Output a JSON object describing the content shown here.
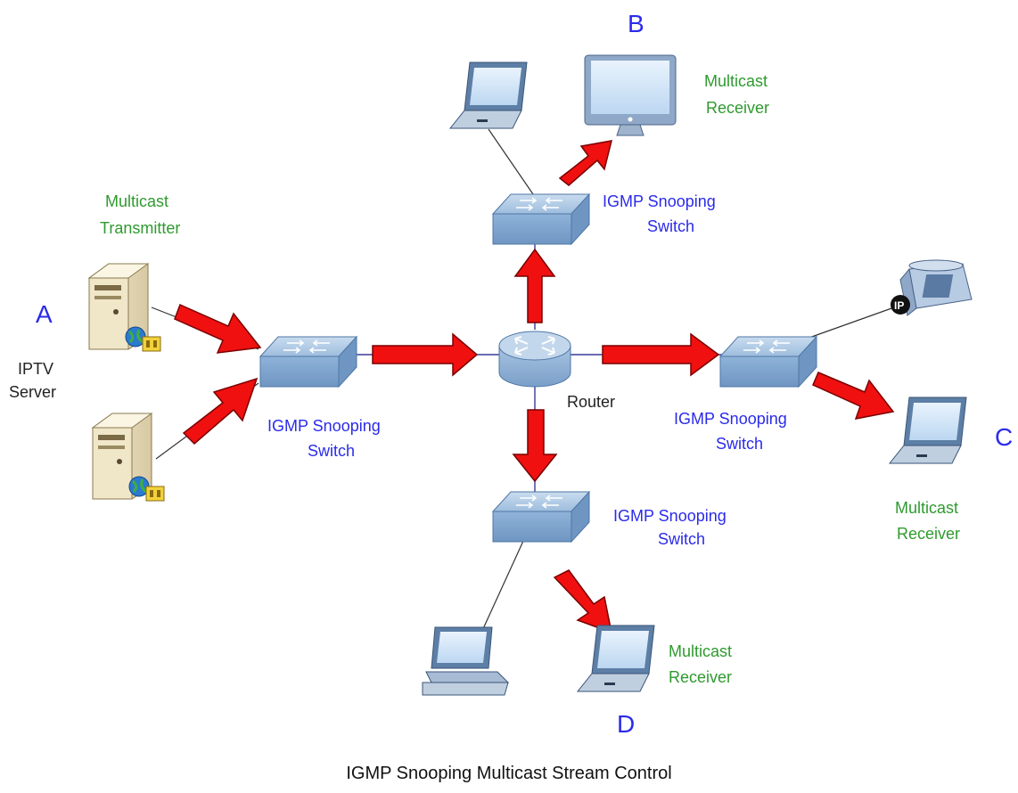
{
  "labels": {
    "letter_a": "A",
    "letter_b": "B",
    "letter_c": "C",
    "letter_d": "D",
    "iptv_line1": "IPTV",
    "iptv_line2": "Server",
    "transmitter_line1": "Multicast",
    "transmitter_line2": "Transmitter",
    "receiver_b_line1": "Multicast",
    "receiver_b_line2": "Receiver",
    "receiver_c_line1": "Multicast",
    "receiver_c_line2": "Receiver",
    "receiver_d_line1": "Multicast",
    "receiver_d_line2": "Receiver",
    "switch_left_line1": "IGMP Snooping",
    "switch_left_line2": "Switch",
    "switch_top_line1": "IGMP Snooping",
    "switch_top_line2": "Switch",
    "switch_right_line1": "IGMP Snooping",
    "switch_right_line2": "Switch",
    "switch_bottom_line1": "IGMP Snooping",
    "switch_bottom_line2": "Switch",
    "router": "Router",
    "phone_badge": "IP",
    "caption": "IGMP Snooping Multicast Stream Control"
  },
  "colors": {
    "letter_and_switch_text": "#2b2bea",
    "multicast_text": "#2f9a2f",
    "arrow": "#f01010",
    "device_blue": "#8fb3d9"
  }
}
